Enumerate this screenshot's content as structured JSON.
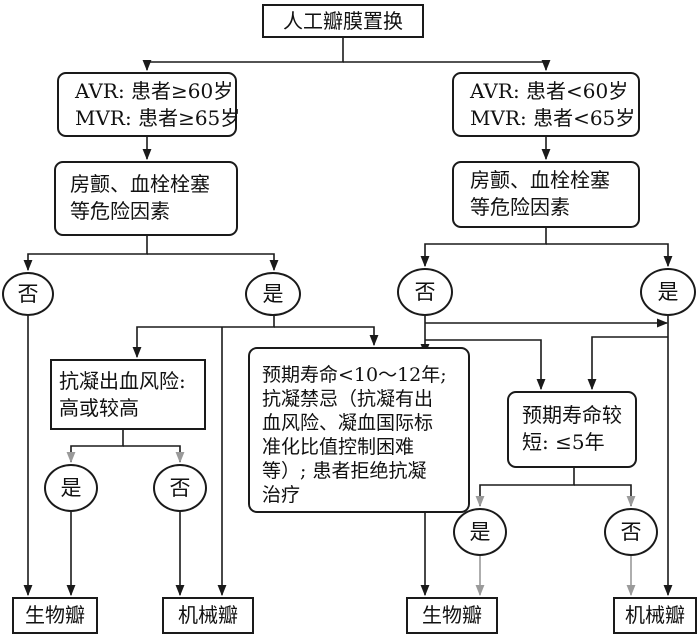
{
  "diagram": {
    "root": "人工瓣膜置换",
    "left_branch": {
      "criteria": [
        "AVR: 患者≥60岁",
        "MVR: 患者≥65岁"
      ],
      "risk_question": [
        "房颤、血栓栓塞",
        "等危险因素"
      ],
      "no_label": "否",
      "yes_label": "是",
      "bleeding_question": [
        "抗凝出血风险:",
        "高或较高"
      ],
      "bleeding_yes": "是",
      "bleeding_no": "否",
      "contra_question": [
        "预期寿命<10～12年;",
        "抗凝禁忌（抗凝有出",
        "血风险、凝血国际标",
        "准化比值控制困难",
        "等）; 患者拒绝抗凝",
        "治疗"
      ]
    },
    "right_branch": {
      "criteria": [
        "AVR: 患者<60岁",
        "MVR: 患者<65岁"
      ],
      "risk_question": [
        "房颤、血栓栓塞",
        "等危险因素"
      ],
      "no_label": "否",
      "yes_label": "是",
      "life_question": [
        "预期寿命较",
        "短: ≤5年"
      ],
      "life_yes": "是",
      "life_no": "否"
    },
    "outcomes": {
      "bio_left": "生物瓣",
      "mech_left": "机械瓣",
      "bio_right": "生物瓣",
      "mech_right": "机械瓣"
    }
  },
  "colors": {
    "line": "#1a1a1a",
    "faded_line": "#b0b0b0",
    "background": "#ffffff"
  }
}
